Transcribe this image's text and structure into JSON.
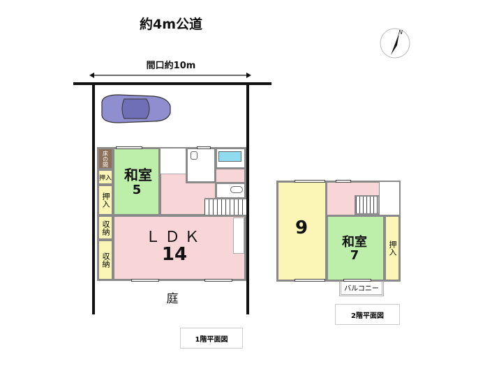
{
  "road_label": "約4m公道",
  "frontage_label": "間口約10m",
  "compass_label": "N",
  "floor1": {
    "title": "1階平面図",
    "rooms": {
      "tokonoma": "床の間",
      "oshiire1": "押入",
      "oshiire2": "押入",
      "shuno1": "収納",
      "shuno2": "収納",
      "washitsu_name": "和室",
      "washitsu_size": "5",
      "ldk_name": "ＬＤＫ",
      "ldk_size": "14"
    },
    "garden": "庭"
  },
  "floor2": {
    "title": "2階平面図",
    "rooms": {
      "western_size": "9",
      "washitsu_name": "和室",
      "washitsu_size": "7",
      "oshiire": "押入",
      "balcony": "バルコニー"
    }
  },
  "colors": {
    "yellow": "#fbf6b6",
    "green": "#bdefaa",
    "pink": "#f8d5d6",
    "brown": "#8d7058",
    "wall": "#8a8a8a",
    "car": "#8f8fd0",
    "tub": "#8fdcf0"
  }
}
